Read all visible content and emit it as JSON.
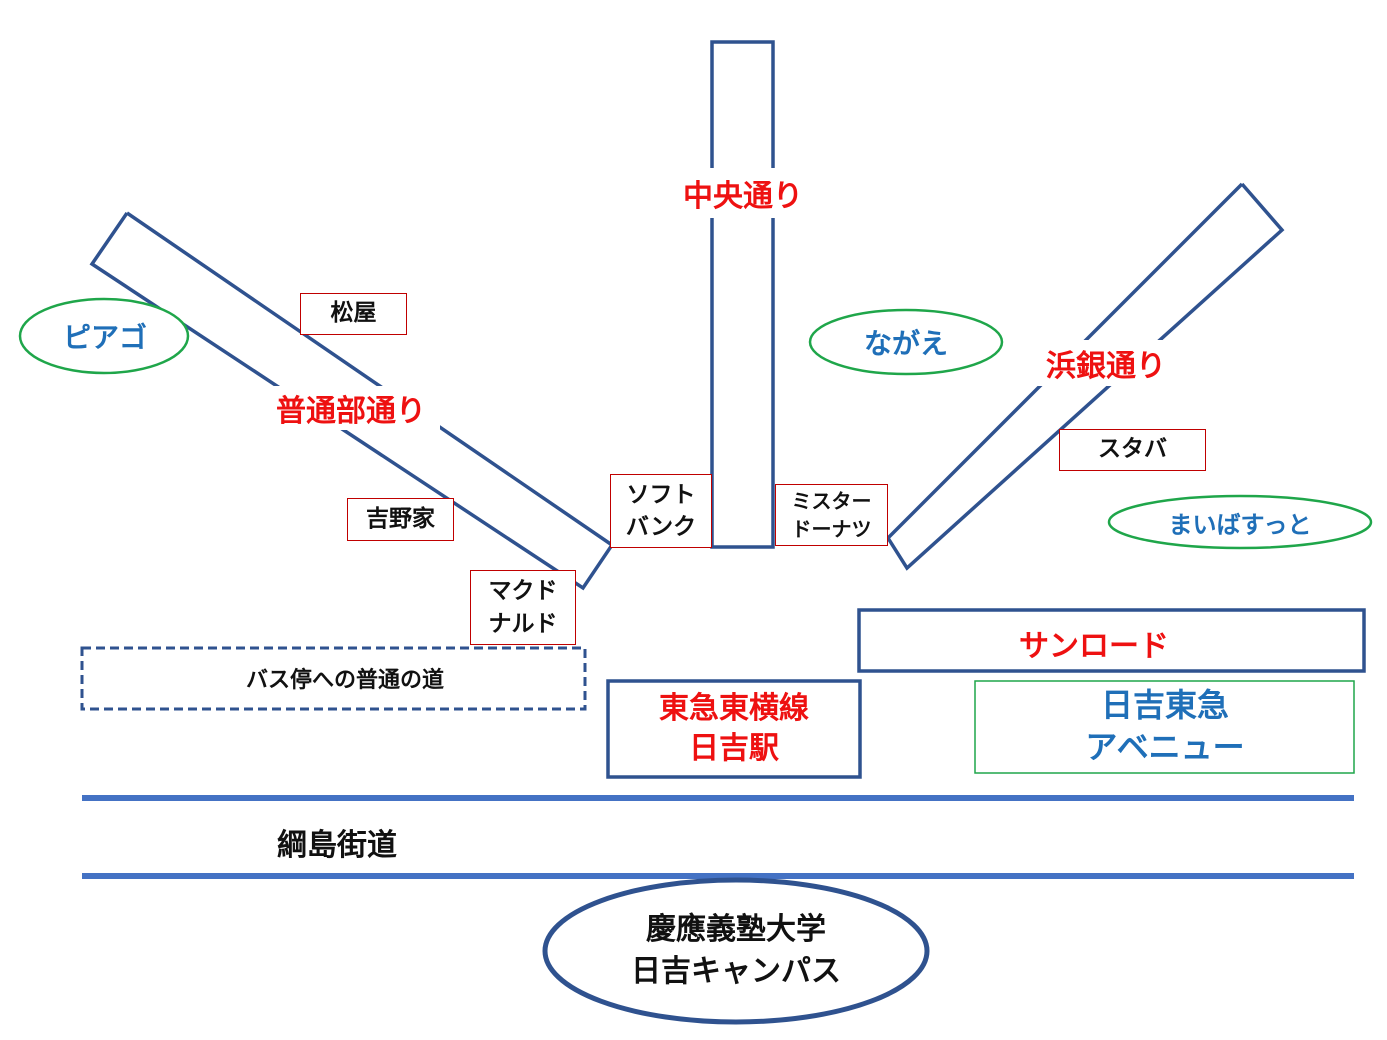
{
  "roads": {
    "futsubu": "普通部通り",
    "chuo": "中央通り",
    "hamagin": "浜銀通り",
    "sunroad": "サンロード",
    "tsunashima": "綱島街道",
    "bus_path": "バス停への普通の道"
  },
  "shops": {
    "matsuya": "松屋",
    "yoshinoya": "吉野家",
    "mcdonalds": "マクド\nナルド",
    "softbank": "ソフト\nバンク",
    "misterdonut": "ミスター\nドーナツ",
    "starbucks": "スタバ"
  },
  "places": {
    "piago": "ピアゴ",
    "nagae": "ながえ",
    "maibasutto": "まいばすっと",
    "station": "東急東横線\n日吉駅",
    "avenue": "日吉東急\nアベニュー",
    "campus": "慶應義塾大学\n日吉キャンパス"
  },
  "colors": {
    "road_outline": "#2f528f",
    "road_name": "#ee1111",
    "place_name": "#1f6fb8",
    "oval_green": "#1fa64a",
    "shop_border": "#c00000",
    "main_road": "#4472c4"
  }
}
